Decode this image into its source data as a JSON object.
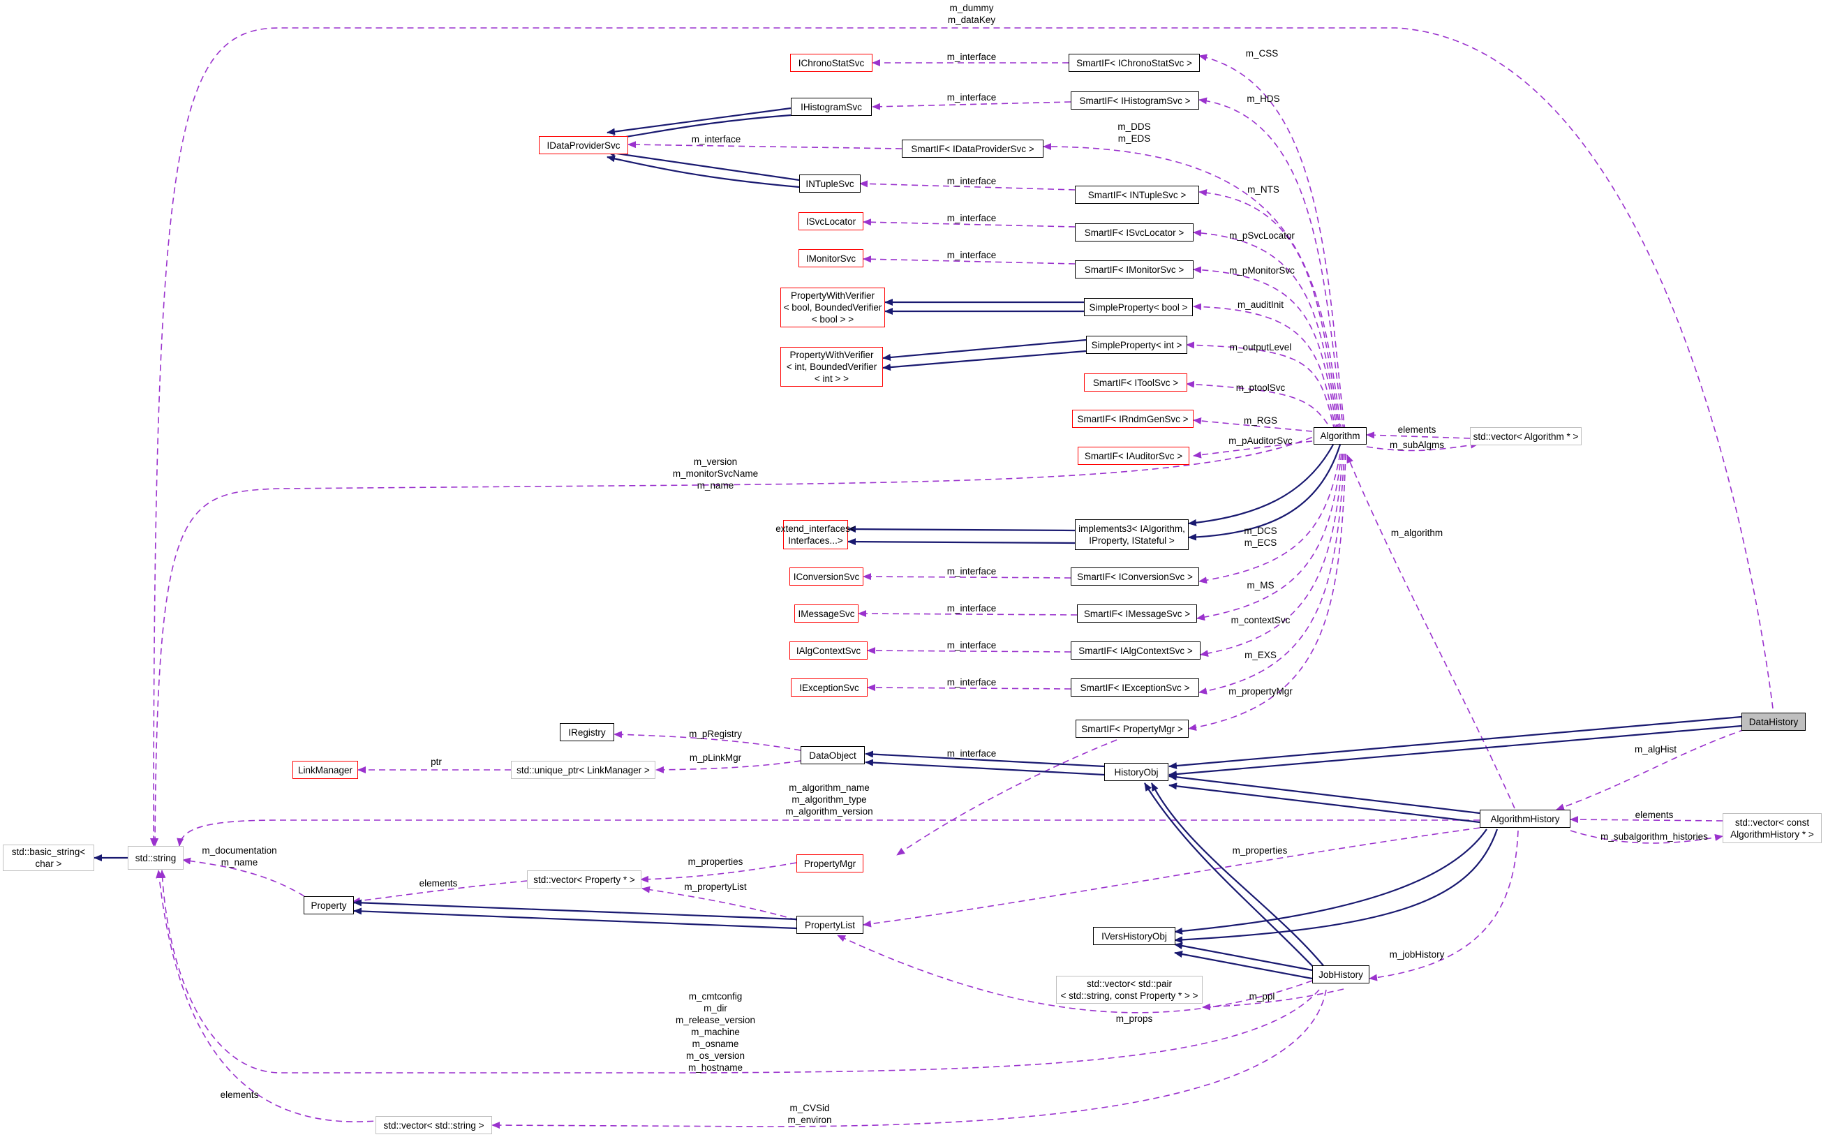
{
  "colors": {
    "inheritance_edge": "#191970",
    "usage_edge": "#9a32cd",
    "node_border": "#000000",
    "undocumented_node_border": "#ff0000",
    "external_node_border": "#bfbfbf",
    "focus_node_fill": "#bfbfbf"
  },
  "nodes": {
    "DataHistory": "DataHistory",
    "Algorithm": "Algorithm",
    "HistoryObj": "HistoryObj",
    "AlgorithmHistory": "AlgorithmHistory",
    "JobHistory": "JobHistory",
    "IVersHistoryObj": "IVersHistoryObj",
    "DataObject": "DataObject",
    "IRegistry": "IRegistry",
    "LinkManager": "LinkManager",
    "UniquePtrLinkManager": "std::unique_ptr< LinkManager >",
    "StdString": "std::string",
    "BasicString": "std::basic_string<\nchar >",
    "Property": "Property",
    "PropertyList": "PropertyList",
    "PropertyMgr": "PropertyMgr",
    "VectorProperty": "std::vector< Property * >",
    "VectorPairProperty": "std::vector< std::pair\n< std::string, const Property * > >",
    "VectorString": "std::vector< std::string >",
    "VectorAlgorithm": "std::vector< Algorithm * >",
    "VectorAlgHistory": "std::vector< const\nAlgorithmHistory * >",
    "IChronoStatSvc": "IChronoStatSvc",
    "IHistogramSvc": "IHistogramSvc",
    "IDataProviderSvc": "IDataProviderSvc",
    "INTupleSvc": "INTupleSvc",
    "ISvcLocator": "ISvcLocator",
    "IMonitorSvc": "IMonitorSvc",
    "PWVBool": "PropertyWithVerifier\n< bool, BoundedVerifier\n< bool > >",
    "PWVInt": "PropertyWithVerifier\n< int, BoundedVerifier\n< int > >",
    "ExtendInterfaces": "extend_interfaces<\nInterfaces...>",
    "IConversionSvc": "IConversionSvc",
    "IMessageSvc": "IMessageSvc",
    "IAlgContextSvc": "IAlgContextSvc",
    "IExceptionSvc": "IExceptionSvc",
    "SmartIFChrono": "SmartIF< IChronoStatSvc >",
    "SmartIFHisto": "SmartIF< IHistogramSvc >",
    "SmartIFDataProvider": "SmartIF< IDataProviderSvc >",
    "SmartIFNTuple": "SmartIF< INTupleSvc >",
    "SmartIFSvcLocator": "SmartIF< ISvcLocator >",
    "SmartIFMonitor": "SmartIF< IMonitorSvc >",
    "SimplePropertyBool": "SimpleProperty< bool >",
    "SimplePropertyInt": "SimpleProperty< int >",
    "SmartIFTool": "SmartIF< IToolSvc >",
    "SmartIFRndm": "SmartIF< IRndmGenSvc >",
    "SmartIFAuditor": "SmartIF< IAuditorSvc >",
    "Implements3": "implements3< IAlgorithm,\nIProperty, IStateful >",
    "SmartIFConversion": "SmartIF< IConversionSvc >",
    "SmartIFMessage": "SmartIF< IMessageSvc >",
    "SmartIFAlgContext": "SmartIF< IAlgContextSvc >",
    "SmartIFException": "SmartIF< IExceptionSvc >",
    "SmartIFPropertyMgr": "SmartIF< PropertyMgr >"
  },
  "edge_labels": {
    "dummy_datakey": "m_dummy\nm_dataKey",
    "version_monitor_name": "m_version\nm_monitorSvcName\nm_name",
    "css": "m_CSS",
    "hds": "m_HDS",
    "dds_eds": "m_DDS\nm_EDS",
    "nts": "m_NTS",
    "psvclocator": "m_pSvcLocator",
    "pmonitorsvc": "m_pMonitorSvc",
    "auditinit": "m_auditInit",
    "outputlevel": "m_outputLevel",
    "ptoolsvc": "m_ptoolSvc",
    "rgs": "m_RGS",
    "pauditorsvc": "m_pAuditorSvc",
    "dcs_ecs": "m_DCS\nm_ECS",
    "ms": "m_MS",
    "contextsvc": "m_contextSvc",
    "exs": "m_EXS",
    "propertymgr": "m_propertyMgr",
    "interface_chrono": "m_interface",
    "interface_histo": "m_interface",
    "interface_dataprov": "m_interface",
    "interface_ntuple": "m_interface",
    "interface_svcloc": "m_interface",
    "interface_monitor": "m_interface",
    "interface_conv": "m_interface",
    "interface_msg": "m_interface",
    "interface_algctx": "m_interface",
    "interface_exc": "m_interface",
    "interface_pmgr": "m_interface",
    "elements_alg": "elements",
    "subalgms": "m_subAlgms",
    "algorithm": "m_algorithm",
    "alghist": "m_algHist",
    "pregistry": "m_pRegistry",
    "plinkmgr": "m_pLinkMgr",
    "ptr": "ptr",
    "alg_name_type_version": "m_algorithm_name\nm_algorithm_type\nm_algorithm_version",
    "elements_alghist": "elements",
    "subalgorithm_histories": "m_subalgorithm_histories",
    "doc_name": "m_documentation\nm_name",
    "elements_prop": "elements",
    "properties_pmgr": "m_properties",
    "propertylist": "m_propertyList",
    "properties_alghist": "m_properties",
    "jobhistory": "m_jobHistory",
    "ppl": "m_ppl",
    "props": "m_props",
    "job_strings": "m_cmtconfig\nm_dir\nm_release_version\nm_machine\nm_osname\nm_os_version\nm_hostname",
    "elements_str": "elements",
    "cvsid_environ": "m_CVSid\nm_environ"
  }
}
